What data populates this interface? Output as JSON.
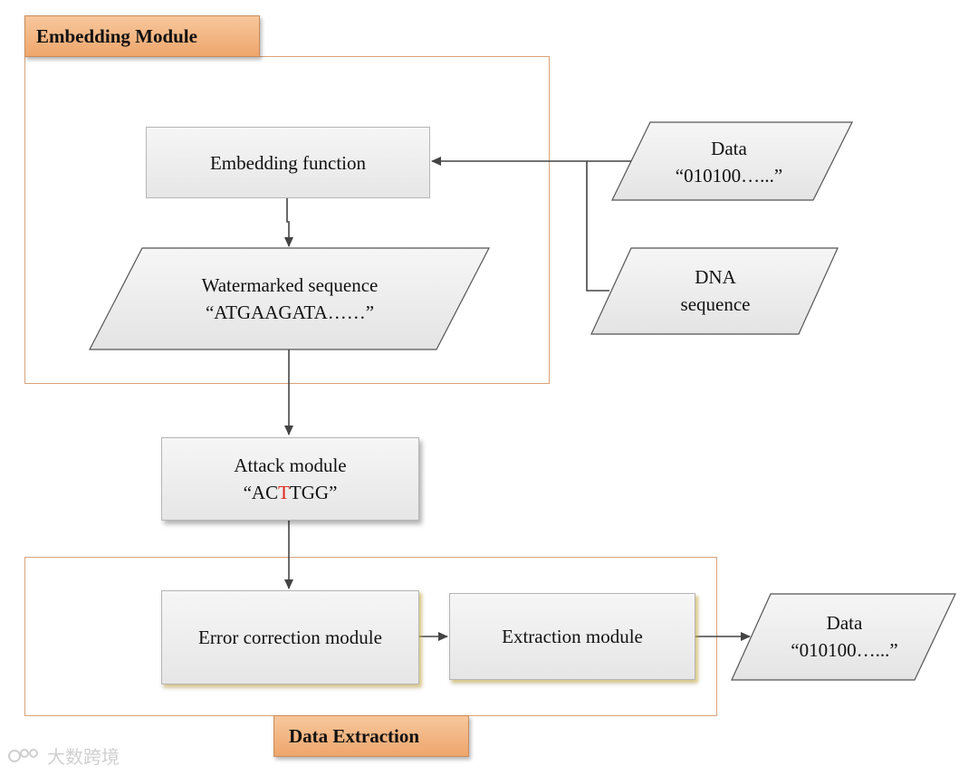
{
  "embedding_module": {
    "title": "Embedding Module",
    "embedding_function": "Embedding function",
    "watermarked_sequence": {
      "label": "Watermarked sequence",
      "value": "“ATGAAGATA……”"
    }
  },
  "inputs": {
    "data": {
      "label": "Data",
      "value": "“010100…...”"
    },
    "dna": {
      "line1": "DNA",
      "line2": "sequence"
    }
  },
  "attack_module": {
    "label": "Attack module",
    "value_prefix": "“AC",
    "value_highlight": "T",
    "value_suffix": "TGG”",
    "highlight_color": "#e0261b"
  },
  "data_extraction": {
    "title": "Data Extraction",
    "error_correction": "Error correction module",
    "extraction": "Extraction module"
  },
  "output": {
    "label": "Data",
    "value": "“010100…...”"
  },
  "watermark_text": "大数跨境",
  "colors": {
    "module_border": "#d9a37a",
    "module_tab": "#eea66c",
    "box_fill": "#eeeeee",
    "arrow": "#444444"
  }
}
